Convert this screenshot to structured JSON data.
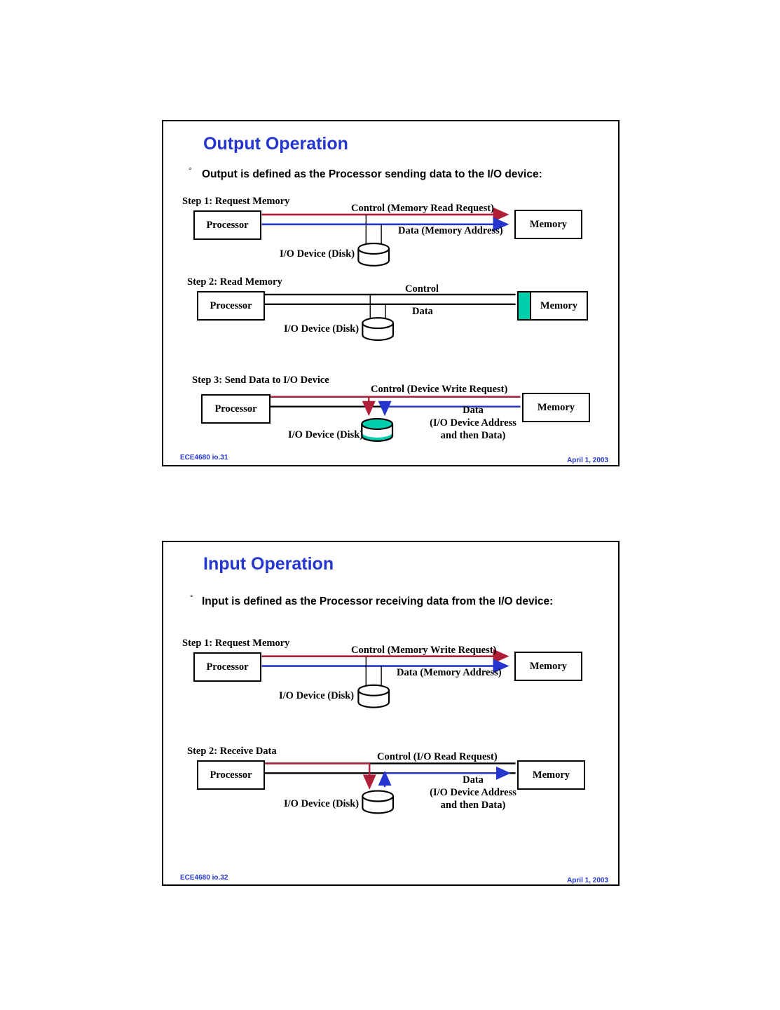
{
  "page": {
    "background": "#ffffff",
    "accent_blue": "#2436CE",
    "control_red": "#B01F37",
    "data_blue": "#2436CE",
    "teal": "#00CFAE",
    "line_black": "#000000"
  },
  "slides": [
    {
      "id": "output-operation",
      "title": "Output Operation",
      "bullet_mark": "°",
      "bullet_text": "Output is defined as the Processor sending data to the I/O device:",
      "footer_left": "ECE4680  io.31",
      "footer_right": "April 1, 2003",
      "steps": [
        {
          "label": "Step 1: Request Memory",
          "processor": "Processor",
          "memory": "Memory",
          "disk": "I/O Device (Disk)",
          "control_label": "Control (Memory Read Request)",
          "data_label": "Data (Memory Address)"
        },
        {
          "label": "Step 2: Read Memory",
          "processor": "Processor",
          "memory": "Memory",
          "disk": "I/O Device (Disk)",
          "control_label": "Control",
          "data_label": "Data"
        },
        {
          "label": "Step 3: Send Data to I/O Device",
          "processor": "Processor",
          "memory": "Memory",
          "disk": "I/O Device (Disk)",
          "control_label": "Control (Device Write Request)",
          "data_label_line1": "Data",
          "data_label_line2": "(I/O Device Address",
          "data_label_line3": "and then Data)"
        }
      ]
    },
    {
      "id": "input-operation",
      "title": "Input Operation",
      "bullet_mark": "°",
      "bullet_text": "Input is defined as the Processor receiving data from the I/O device:",
      "footer_left": "ECE4680  io.32",
      "footer_right": "April 1, 2003",
      "steps": [
        {
          "label": "Step 1: Request Memory",
          "processor": "Processor",
          "memory": "Memory",
          "disk": "I/O Device (Disk)",
          "control_label": "Control (Memory Write Request)",
          "data_label": "Data (Memory Address)"
        },
        {
          "label": "Step 2: Receive Data",
          "processor": "Processor",
          "memory": "Memory",
          "disk": "I/O Device (Disk)",
          "control_label": "Control (I/O Read Request)",
          "data_label_line1": "Data",
          "data_label_line2": "(I/O Device Address",
          "data_label_line3": "and then Data)"
        }
      ]
    }
  ]
}
